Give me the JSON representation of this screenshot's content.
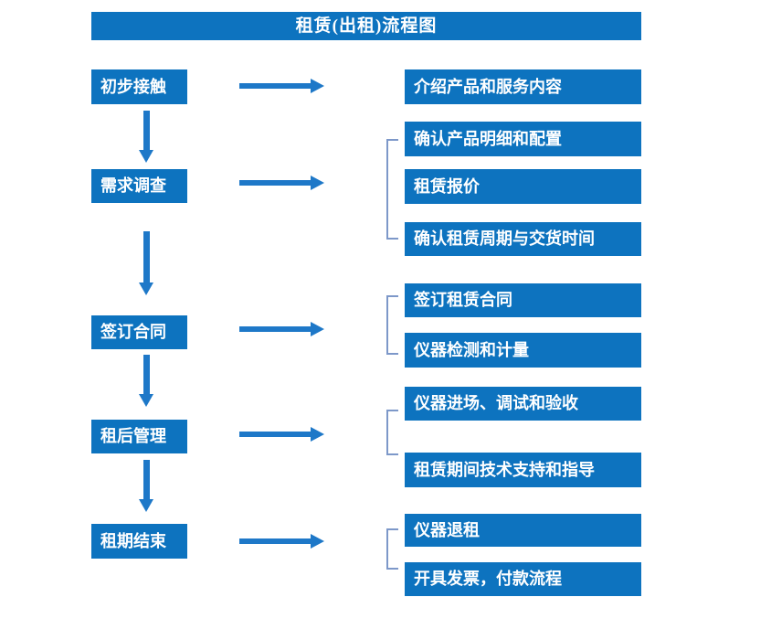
{
  "title": "租赁(出租)流程图",
  "colors": {
    "box_blue": "#0d73bf",
    "arrow_blue": "#1e78c8",
    "bracket_blue": "#7d98c9",
    "text_white": "#ffffff",
    "background": "#ffffff"
  },
  "steps": [
    {
      "label": "初步接触",
      "details": [
        "介绍产品和服务内容"
      ]
    },
    {
      "label": "需求调查",
      "details": [
        "确认产品明细和配置",
        "租赁报价",
        "确认租赁周期与交货时间"
      ]
    },
    {
      "label": "签订合同",
      "details": [
        "签订租赁合同",
        "仪器检测和计量"
      ]
    },
    {
      "label": "租后管理",
      "details": [
        "仪器进场、调试和验收",
        "租赁期间技术支持和指导"
      ]
    },
    {
      "label": "租期结束",
      "details": [
        "仪器退租",
        "开具发票，付款流程"
      ]
    }
  ]
}
